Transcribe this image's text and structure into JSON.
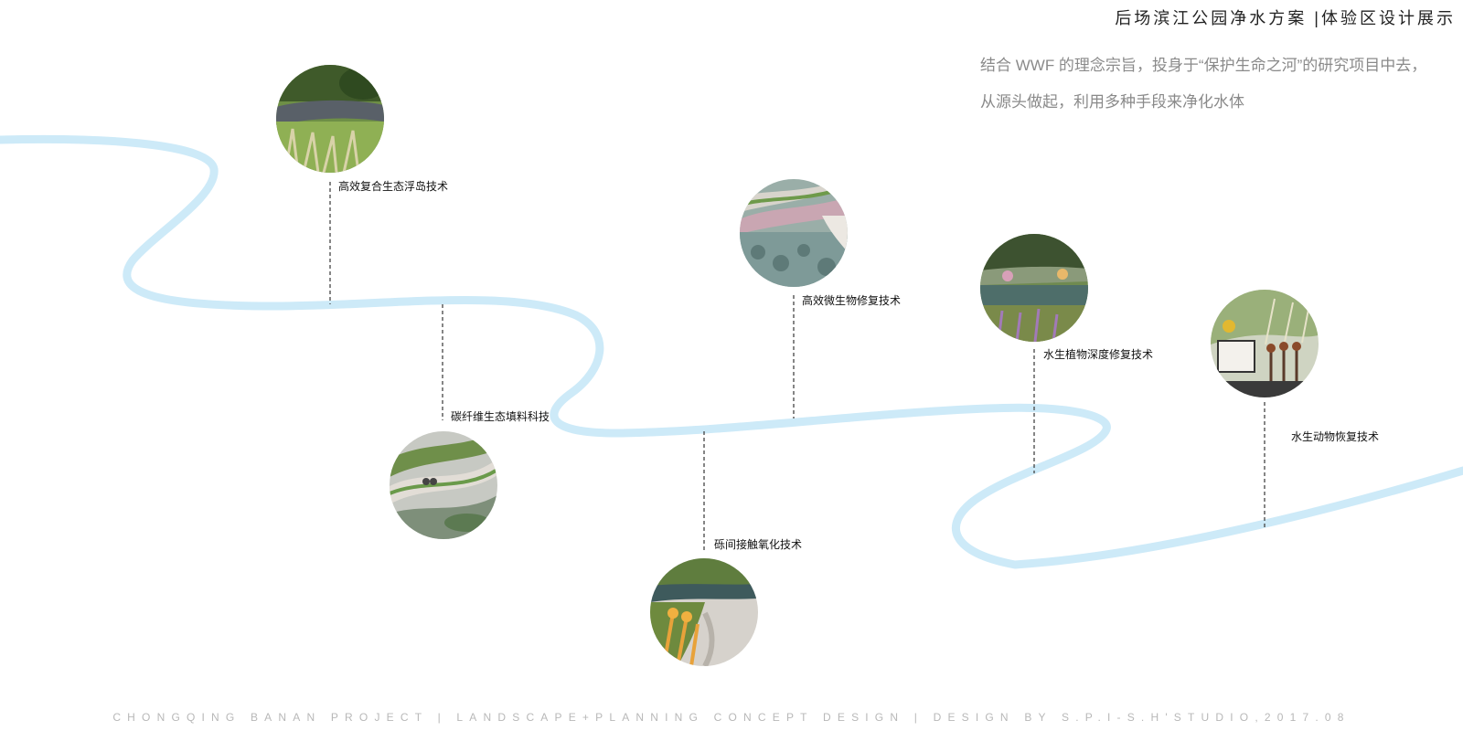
{
  "header": {
    "title": "后场滨江公园净水方案  |体验区设计展示",
    "intro_line1": "结合 WWF 的理念宗旨，投身于“保护生命之河”的研究项目中去，",
    "intro_line2": "从源头做起，利用多种手段来净化水体"
  },
  "colors": {
    "river": "#cdeaf8",
    "label": "#111111",
    "intro": "#8a8a8a",
    "footer": "#b8b8b8"
  },
  "techniques": [
    {
      "name": "高效复合生态浮岛技术",
      "icon": "floating-island-photo"
    },
    {
      "name": "碳纤维生态填料科技",
      "icon": "carbon-fiber-filler-photo"
    },
    {
      "name": "砾间接触氧化技术",
      "icon": "gravel-contact-oxidation-photo"
    },
    {
      "name": "高效微生物修复技术",
      "icon": "microbial-remediation-photo"
    },
    {
      "name": "水生植物深度修复技术",
      "icon": "aquatic-plant-remediation-photo"
    },
    {
      "name": "水生动物恢复技术",
      "icon": "aquatic-animal-restoration-photo"
    }
  ],
  "footer": {
    "credits": "CHONGQING BANAN PROJECT | LANDSCAPE+PLANNING CONCEPT DESIGN | DESIGN BY S.P.I-S.H'STUDIO,2017.08"
  }
}
